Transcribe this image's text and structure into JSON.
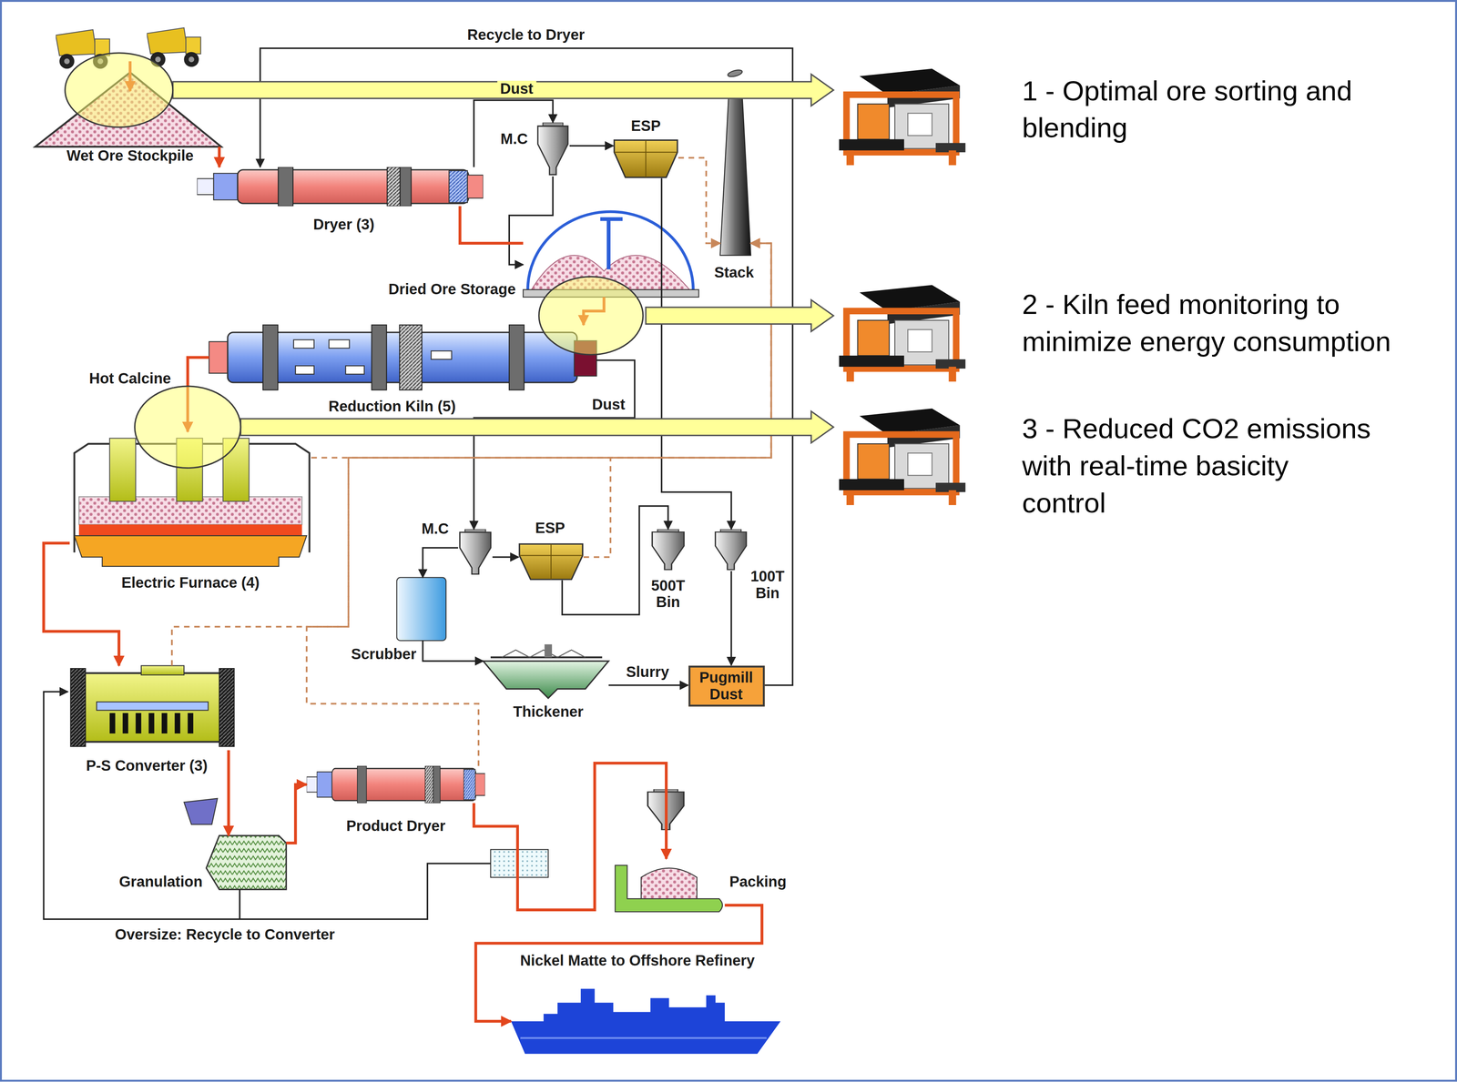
{
  "diagram": {
    "nodes": [
      {
        "text": [
          "Wet Ore Stockpile"
        ]
      },
      {
        "text": [
          "Dryer (3)"
        ]
      },
      {
        "text": [
          "M.C"
        ]
      },
      {
        "text": [
          "ESP"
        ]
      },
      {
        "text": [
          "Stack"
        ]
      },
      {
        "text": [
          "Dried Ore Storage"
        ]
      },
      {
        "text": [
          "Reduction Kiln (5)"
        ]
      },
      {
        "text": [
          "Electric Furnace (4)"
        ]
      },
      {
        "text": [
          "M.C"
        ]
      },
      {
        "text": [
          "ESP"
        ]
      },
      {
        "text": [
          "500T Bin"
        ]
      },
      {
        "text": [
          "100T Bin"
        ]
      },
      {
        "text": [
          "Scrubber"
        ]
      },
      {
        "text": [
          "Thickener"
        ]
      },
      {
        "text": [
          "Pugmill Dust"
        ]
      },
      {
        "text": [
          "P-S Converter (3)"
        ]
      },
      {
        "text": [
          "Granulation"
        ]
      },
      {
        "text": [
          "Product Dryer"
        ]
      },
      {
        "text": [
          "Packing"
        ]
      },
      {
        "text": [
          "Nickel Matte to Offshore Refinery"
        ]
      },
      {
        "text": [
          "1 - Optimal ore sorting and blending"
        ]
      },
      {
        "text": [
          "2 - Kiln feed monitoring to minimize energy consumption"
        ]
      },
      {
        "text": [
          "3 - Reduced CO2 emissions with real-time basicity control"
        ]
      }
    ],
    "edges": [
      {
        "from": 0,
        "to": 1,
        "arrow": "to"
      },
      {
        "from": 1,
        "to": 2,
        "label": "Dust",
        "arrow": "to"
      },
      {
        "from": 2,
        "to": 3,
        "arrow": "to"
      },
      {
        "from": 2,
        "to": 5,
        "arrow": "to"
      },
      {
        "from": 1,
        "to": 5,
        "arrow": "none"
      },
      {
        "from": 3,
        "to": 4,
        "arrow": "to"
      },
      {
        "from": 3,
        "to": 11,
        "arrow": "to"
      },
      {
        "from": 9,
        "to": 10,
        "arrow": "to"
      },
      {
        "from": 5,
        "to": 6,
        "arrow": "to"
      },
      {
        "from": 6,
        "to": 7,
        "label": "Hot Calcine",
        "arrow": "to"
      },
      {
        "from": 6,
        "to": 8,
        "label": "Dust",
        "arrow": "to"
      },
      {
        "from": 8,
        "to": 9,
        "arrow": "to"
      },
      {
        "from": 8,
        "to": 12,
        "arrow": "to"
      },
      {
        "from": 12,
        "to": 13,
        "arrow": "to"
      },
      {
        "from": 13,
        "to": 14,
        "label": "Slurry",
        "arrow": "to"
      },
      {
        "from": 11,
        "to": 14,
        "arrow": "to"
      },
      {
        "from": 14,
        "to": 1,
        "label": "Recycle to Dryer",
        "arrow": "to"
      },
      {
        "from": 7,
        "to": 4,
        "arrow": "to"
      },
      {
        "from": 9,
        "to": 4,
        "arrow": "to"
      },
      {
        "from": 15,
        "to": 4,
        "arrow": "to"
      },
      {
        "from": 17,
        "to": 4,
        "arrow": "to"
      },
      {
        "from": 7,
        "to": 15,
        "arrow": "to"
      },
      {
        "from": 15,
        "to": 16,
        "arrow": "to"
      },
      {
        "from": 16,
        "to": 17,
        "arrow": "to"
      },
      {
        "from": 17,
        "to": 18,
        "arrow": "to"
      },
      {
        "from": 18,
        "to": 19,
        "arrow": "to"
      }
    ],
    "labels": [
      "Oversize: Recycle to Converter"
    ]
  }
}
